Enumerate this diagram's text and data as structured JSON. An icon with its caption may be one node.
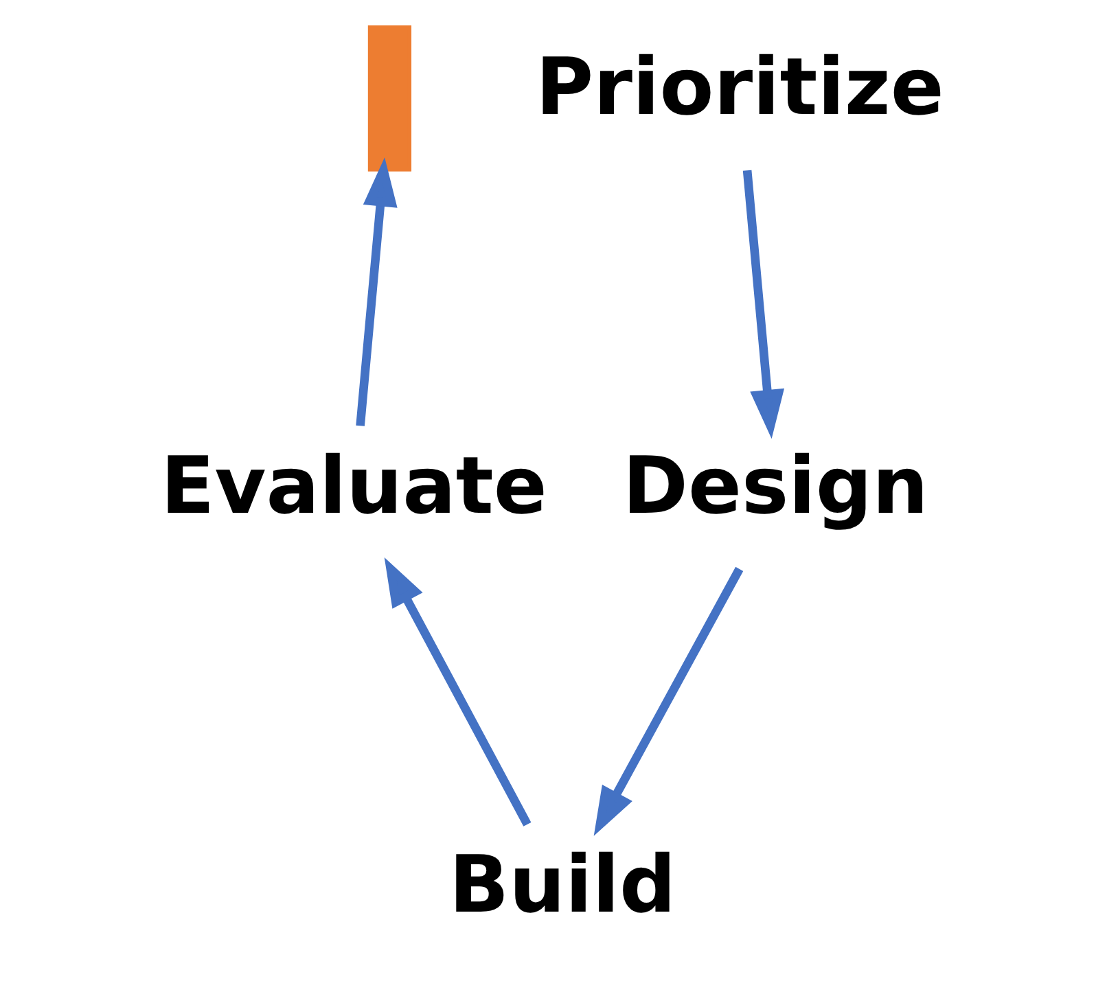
{
  "diagram": {
    "nodes": [
      {
        "text": [],
        "shape": "bar"
      },
      {
        "text": [
          "Prioritize"
        ]
      },
      {
        "text": [
          "Evaluate"
        ]
      },
      {
        "text": [
          "Design"
        ]
      },
      {
        "text": [
          "Build"
        ]
      }
    ],
    "edges": [
      {
        "from": 1,
        "to": 3,
        "arrow": "to"
      },
      {
        "from": 3,
        "to": 4,
        "arrow": "to"
      },
      {
        "from": 4,
        "to": 2,
        "arrow": "to"
      },
      {
        "from": 2,
        "to": 0,
        "arrow": "to"
      }
    ]
  }
}
